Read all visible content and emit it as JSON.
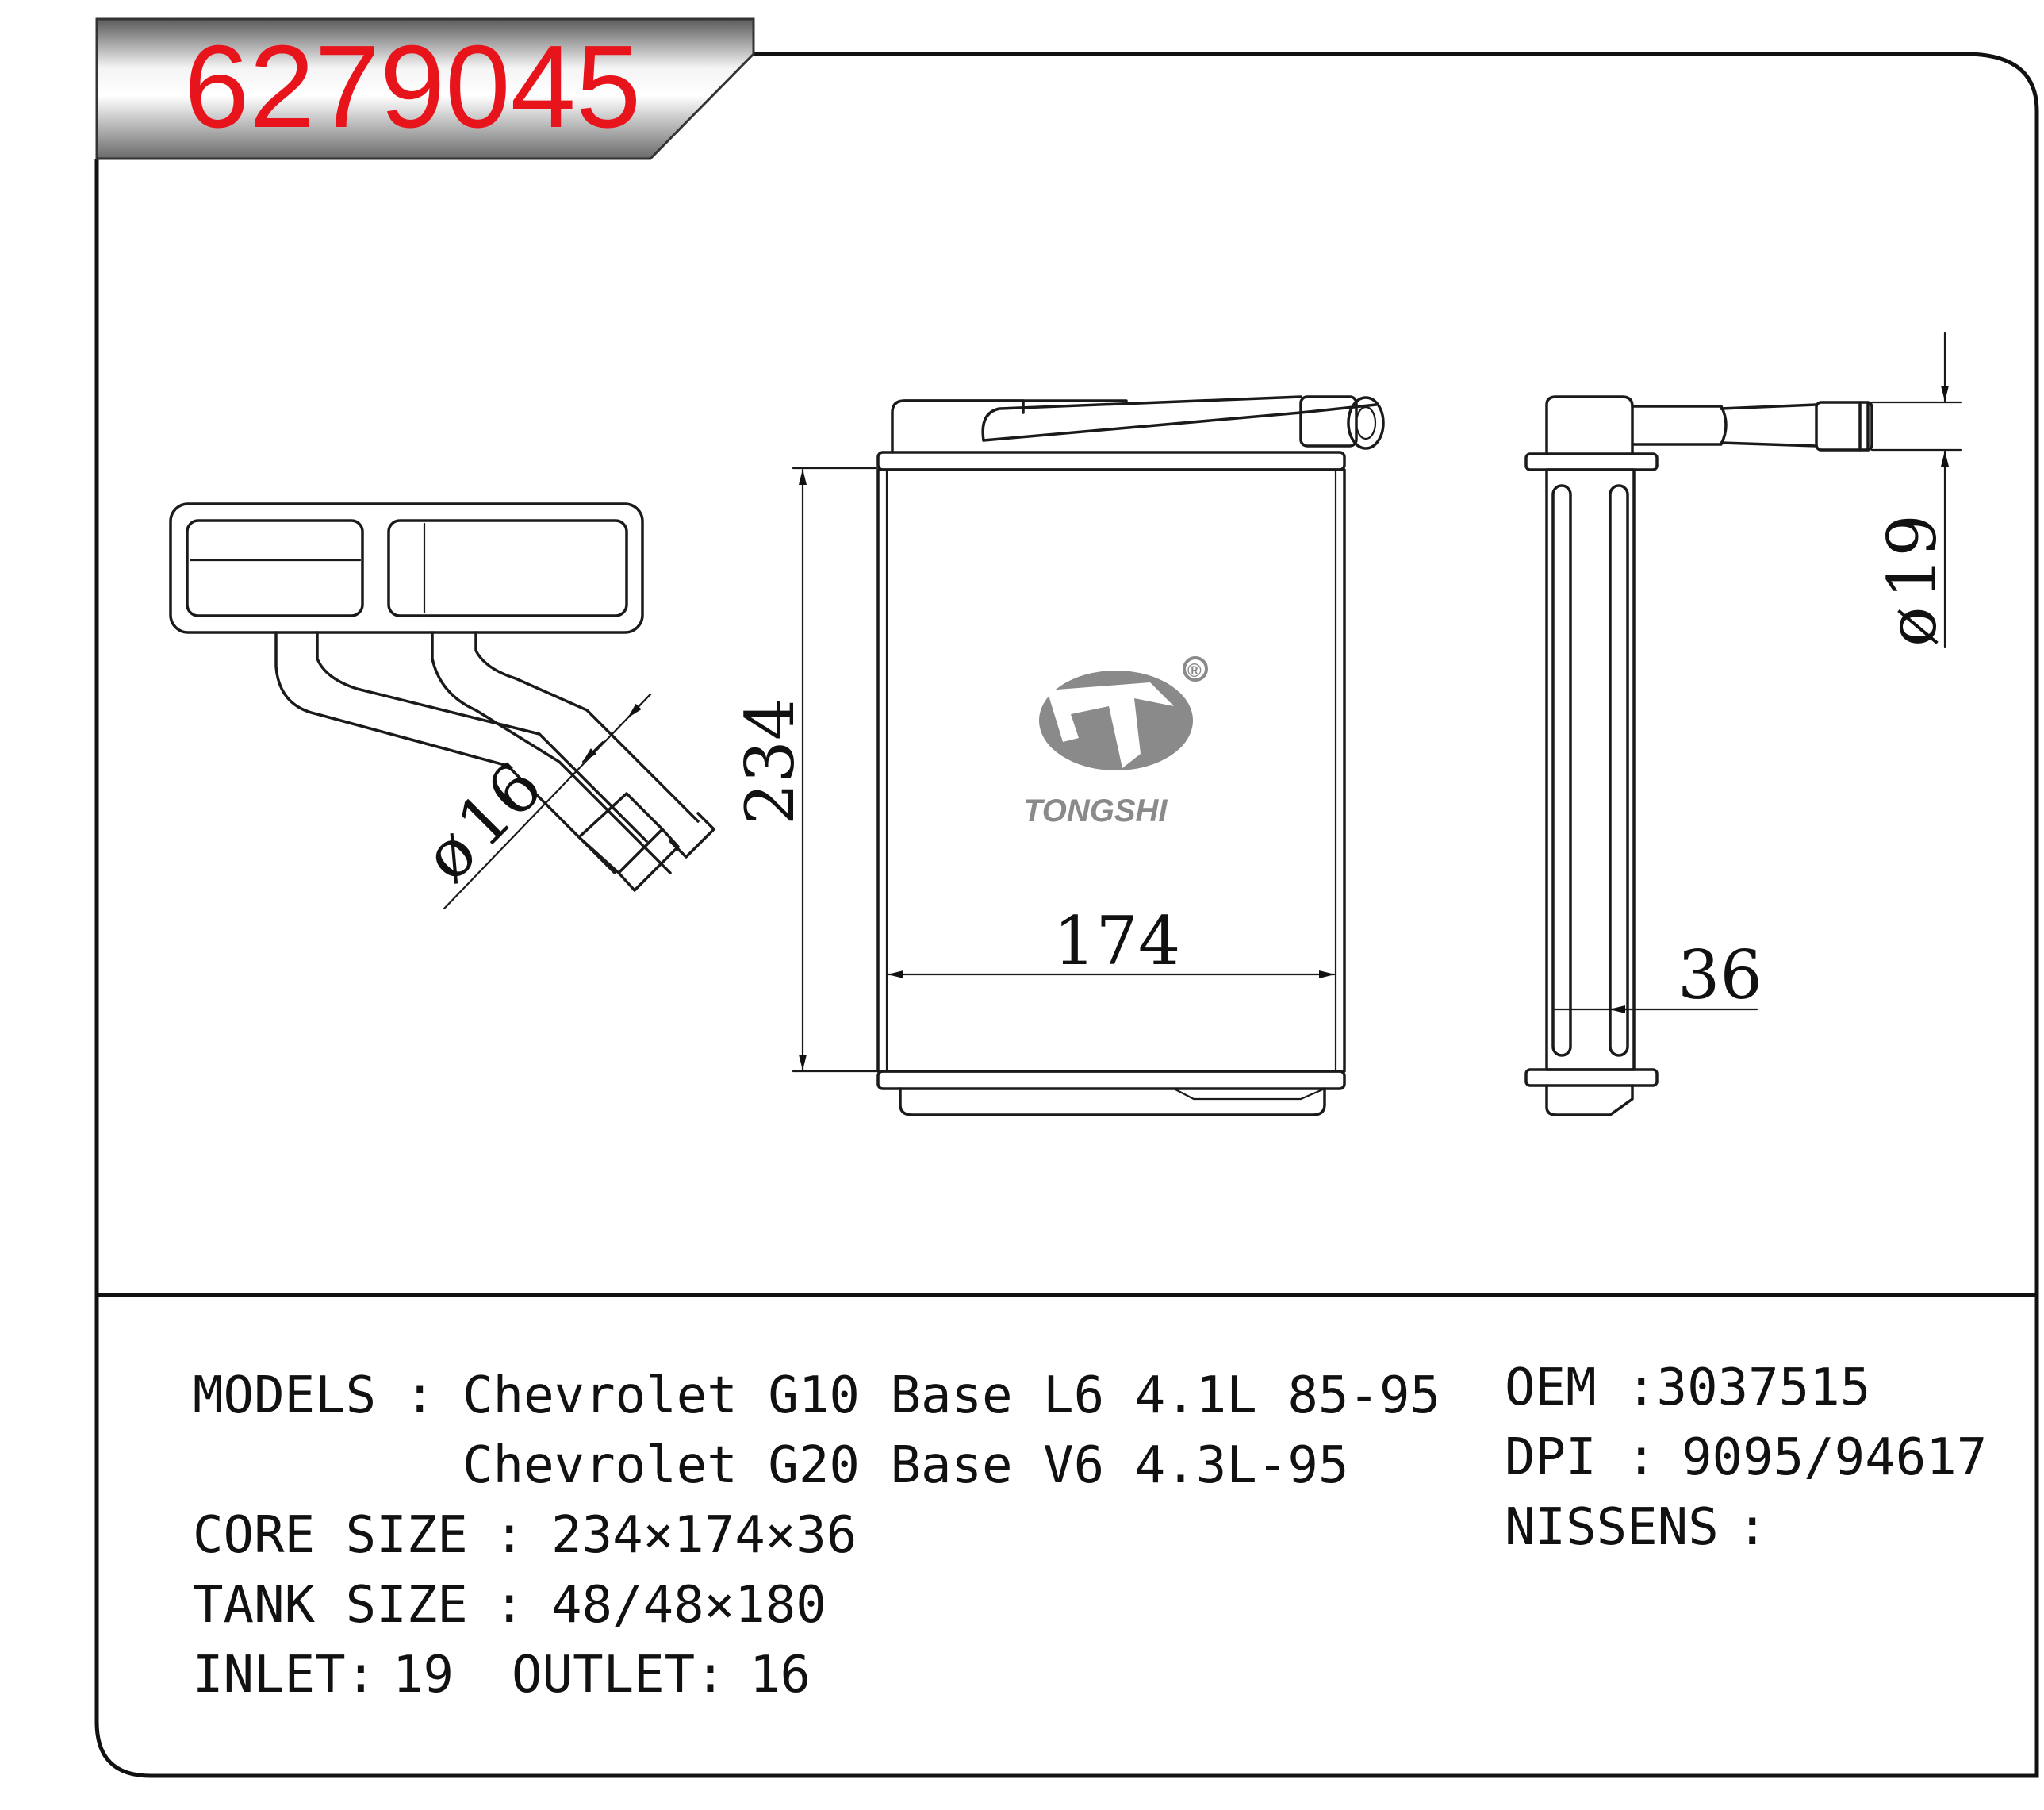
{
  "part_number": "6279045",
  "brand": {
    "name": "TONGSHI",
    "registered_mark": "®"
  },
  "dimensions": {
    "outlet_diameter": "16",
    "inlet_diameter": "19",
    "height": "234",
    "width": "174",
    "depth": "36",
    "diameter_symbol": "ø"
  },
  "specs": {
    "models_label": "MODELS",
    "separator": ":",
    "models": [
      "Chevrolet G10 Base L6 4.1L 85-95",
      "Chevrolet G20 Base V6 4.3L-95"
    ],
    "core_size_label": "CORE SIZE",
    "core_size": "234×174×36",
    "tank_size_label": "TANK SIZE",
    "tank_size": "48/48×180",
    "inlet_label": "INLET:",
    "inlet": "19",
    "outlet_label": "OUTLET:",
    "outlet": "16",
    "oem_label": "OEM",
    "oem": ":3037515",
    "dpi_label": "DPI",
    "dpi": "9095/94617",
    "nissens_label": "NISSENS",
    "nissens": ""
  },
  "colors": {
    "part_number": "#e8141c",
    "logo": "#8a8a8a",
    "header_band": "#7a7a7a"
  }
}
